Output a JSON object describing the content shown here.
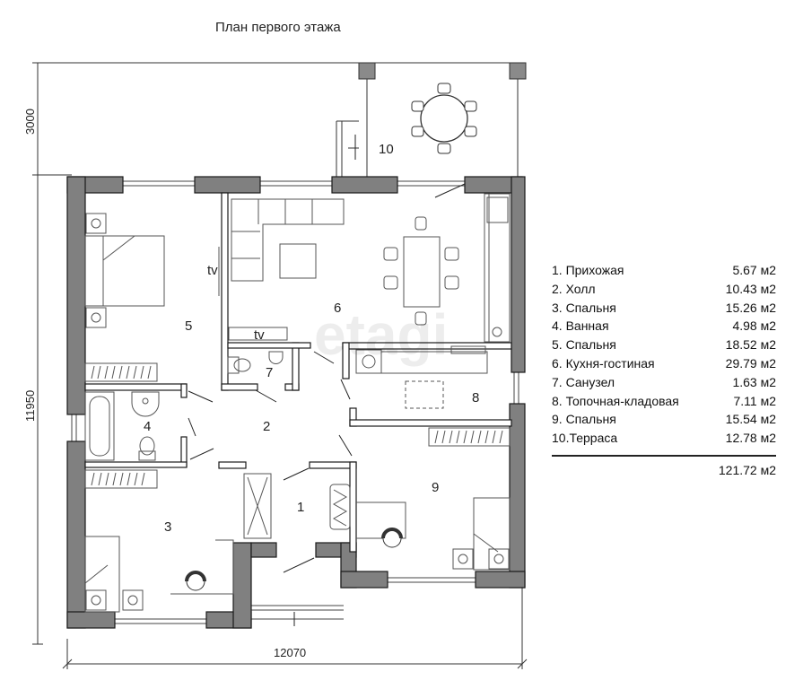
{
  "title": "План первого этажа",
  "dimensions": {
    "top_depth": "3000",
    "left_height": "11950",
    "bottom_width": "12070"
  },
  "tv_labels": [
    "tv",
    "tv"
  ],
  "watermark": "etagi",
  "room_numbers": [
    "1",
    "2",
    "3",
    "4",
    "5",
    "6",
    "7",
    "8",
    "9",
    "10"
  ],
  "legend": [
    {
      "name": "1.  Прихожая",
      "area": "5.67 м2"
    },
    {
      "name": "2.  Холл",
      "area": "10.43 м2"
    },
    {
      "name": "3.  Спальня",
      "area": "15.26 м2"
    },
    {
      "name": "4.  Ванная",
      "area": "4.98 м2"
    },
    {
      "name": "5.  Спальня",
      "area": "18.52 м2"
    },
    {
      "name": "6.  Кухня-гостиная",
      "area": "29.79 м2"
    },
    {
      "name": "7.  Санузел",
      "area": "1.63 м2"
    },
    {
      "name": "8.  Топочная-кладовая",
      "area": "7.11 м2"
    },
    {
      "name": "9.  Спальня",
      "area": "15.54 м2"
    },
    {
      "name": "10.Терраса",
      "area": "12.78 м2"
    }
  ],
  "total_area": "121.72 м2",
  "colors": {
    "wall": "#808080",
    "outline": "#1a1a1a",
    "furniture": "#666666"
  }
}
